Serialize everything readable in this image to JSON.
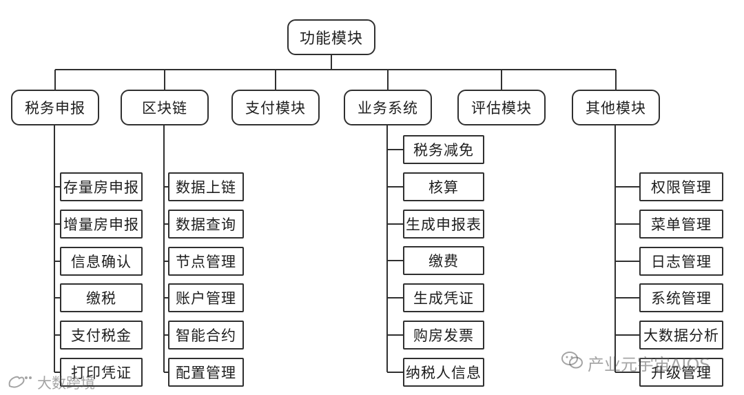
{
  "root": {
    "label": "功能模块"
  },
  "modules": [
    {
      "label": "税务申报",
      "children": [
        "存量房申报",
        "增量房申报",
        "信息确认",
        "缴税",
        "支付税金",
        "打印凭证"
      ]
    },
    {
      "label": "区块链",
      "children": [
        "数据上链",
        "数据查询",
        "节点管理",
        "账户管理",
        "智能合约",
        "配置管理"
      ]
    },
    {
      "label": "支付模块",
      "children": []
    },
    {
      "label": "业务系统",
      "children": [
        "税务减免",
        "核算",
        "生成申报表",
        "缴费",
        "生成凭证",
        "购房发票",
        "纳税人信息"
      ]
    },
    {
      "label": "评估模块",
      "children": []
    },
    {
      "label": "其他模块",
      "children": [
        "权限管理",
        "菜单管理",
        "日志管理",
        "系统管理",
        "大数据分析",
        "升级管理"
      ]
    }
  ],
  "watermarks": {
    "right": "产业元宇宙AIOS",
    "left": "大数跨境"
  },
  "colors": {
    "line": "#2f2f2f",
    "text": "#1e1e1e",
    "background": "#ffffff"
  }
}
